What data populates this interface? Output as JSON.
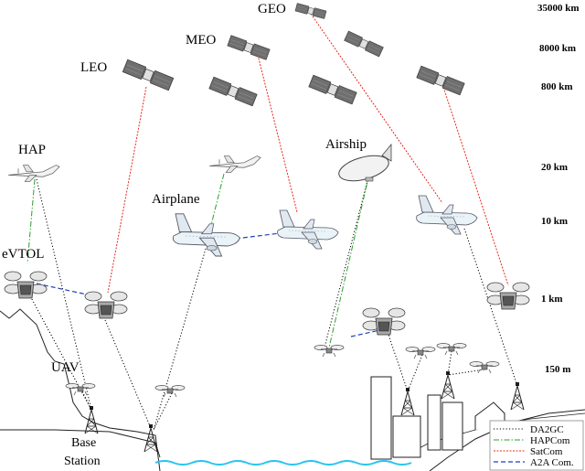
{
  "labels": {
    "geo": "GEO",
    "meo": "MEO",
    "leo": "LEO",
    "hap": "HAP",
    "airship": "Airship",
    "airplane": "Airplane",
    "evtol": "eVTOL",
    "uav": "UAV",
    "base_station_1": "Base",
    "base_station_2": "Station"
  },
  "altitudes": [
    "35000 km",
    "8000 km",
    "800 km",
    "20 km",
    "10 km",
    "1 km",
    "150 m"
  ],
  "legend": [
    {
      "label": "DA2GC",
      "color": "#000000",
      "style": "dotted"
    },
    {
      "label": "HAPCom",
      "color": "#2ca02c",
      "style": "dashdot"
    },
    {
      "label": "SatCom",
      "color": "#e8281e",
      "style": "densedash"
    },
    {
      "label": "A2A Com.",
      "color": "#1f3fbf",
      "style": "dashed"
    }
  ],
  "colors": {
    "da2gc": "#000000",
    "hapcom": "#2ca02c",
    "satcom": "#e8281e",
    "a2a": "#1f3fbf",
    "water": "#29c4f0"
  }
}
